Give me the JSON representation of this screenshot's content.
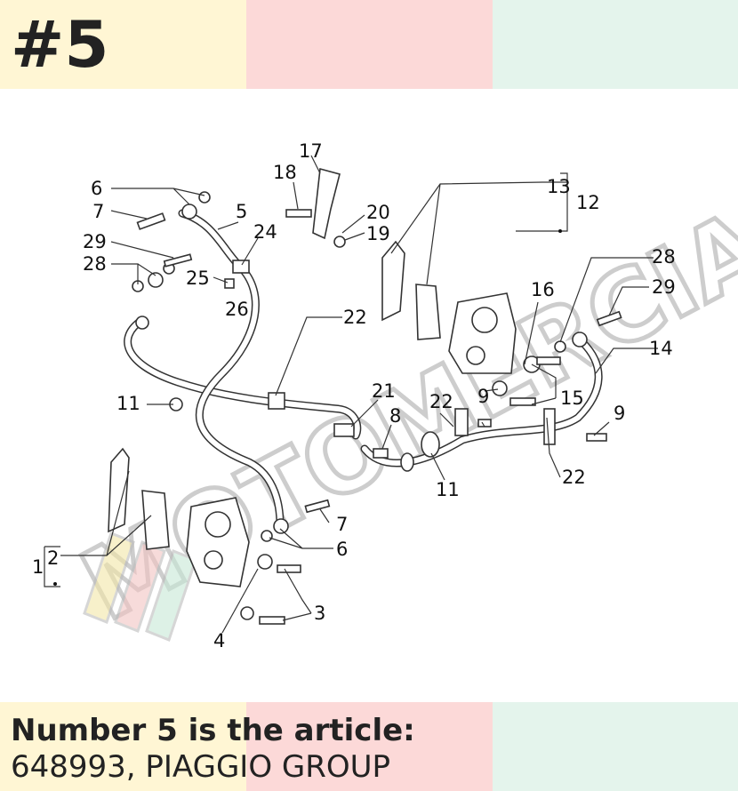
{
  "header": {
    "part_number": "#5"
  },
  "footer": {
    "line1": "Number 5 is the article:",
    "line2": "648993, PIAGGIO GROUP"
  },
  "watermark": {
    "text": "MOTOMERCIA"
  },
  "colors": {
    "band_yellow": "#fff6d4",
    "band_pink": "#fcd9d8",
    "band_green": "#e4f4ec",
    "text": "#222222"
  },
  "callouts": [
    "1",
    "2",
    "3",
    "4",
    "5",
    "6",
    "6",
    "7",
    "7",
    "8",
    "9",
    "9",
    "11",
    "11",
    "12",
    "13",
    "14",
    "15",
    "16",
    "17",
    "18",
    "19",
    "20",
    "21",
    "22",
    "22",
    "22",
    "24",
    "25",
    "26",
    "28",
    "28",
    "29",
    "29"
  ]
}
